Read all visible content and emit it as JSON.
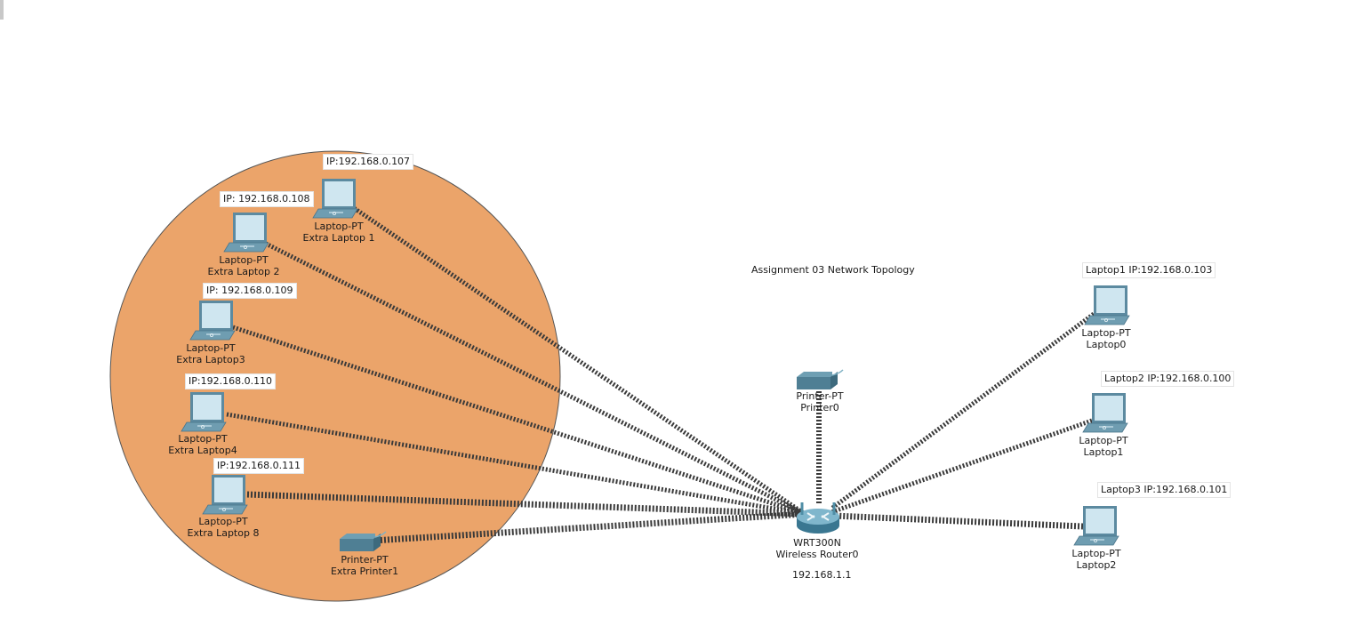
{
  "title": "Assignment 03 Network Topology",
  "colors": {
    "zone_fill": "#eba46a",
    "zone_stroke": "#555555",
    "link": "#3a3a3a",
    "laptop_body": "#5c8aa0",
    "laptop_screen": "#cfe6f0",
    "router_body": "#4f8ea6",
    "printer_body": "#5a8ea4"
  },
  "router": {
    "model": "WRT300N",
    "name": "Wireless Router0",
    "ip": "192.168.1.1"
  },
  "printer0": {
    "model": "Printer-PT",
    "name": "Printer0"
  },
  "extra_printer": {
    "model": "Printer-PT",
    "name": "Extra Printer1"
  },
  "zone_laptops": [
    {
      "model": "Laptop-PT",
      "name": "Extra Laptop 1",
      "ip_note": "IP:192.168.0.107"
    },
    {
      "model": "Laptop-PT",
      "name": "Extra Laptop 2",
      "ip_note": "IP: 192.168.0.108"
    },
    {
      "model": "Laptop-PT",
      "name": "Extra Laptop3",
      "ip_note": "IP: 192.168.0.109"
    },
    {
      "model": "Laptop-PT",
      "name": "Extra Laptop4",
      "ip_note": "IP:192.168.0.110"
    },
    {
      "model": "Laptop-PT",
      "name": "Extra Laptop 8",
      "ip_note": "IP:192.168.0.111"
    }
  ],
  "right_laptops": [
    {
      "model": "Laptop-PT",
      "name": "Laptop0",
      "ip_note": "Laptop1 IP:192.168.0.103"
    },
    {
      "model": "Laptop-PT",
      "name": "Laptop1",
      "ip_note": "Laptop2 IP:192.168.0.100"
    },
    {
      "model": "Laptop-PT",
      "name": "Laptop2",
      "ip_note": "Laptop3 IP:192.168.0.101"
    }
  ],
  "icons": {
    "laptop": "laptop-icon",
    "router": "wireless-router-icon",
    "printer": "printer-icon"
  }
}
